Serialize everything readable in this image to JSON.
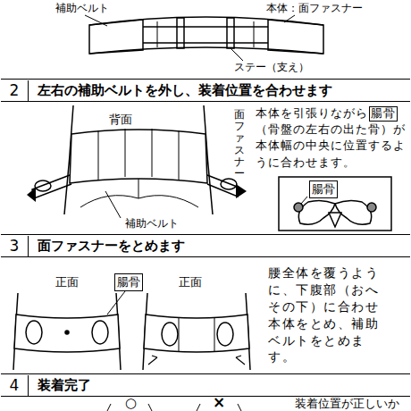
{
  "diagram": {
    "nodes": [
      {
        "text": [
          "2",
          "左右の補助ベルトを外し、装着位置を合わせます"
        ]
      },
      {
        "text": [
          "腸骨"
        ]
      },
      {
        "text": [
          "腸骨"
        ]
      },
      {
        "text": [
          "3",
          "面ファスナーをとめます"
        ]
      },
      {
        "text": [
          "腸骨"
        ]
      },
      {
        "text": [
          "4",
          "装着完了"
        ]
      }
    ],
    "labels": [
      "補助ベルト",
      "本体：面ファスナー",
      "ステー（支え）",
      "背面",
      "面ファスナー",
      "本体を引張りながら",
      "（骨盤の左右の出た骨）が本体幅の中央に位置するように合わせます。",
      "補助ベルト",
      "正面",
      "正面",
      "腰全体を覆うように、下腹部（おへその下）に合わせ本体をとめ、補助ベルトをとめます。",
      "○",
      "×",
      "装着位置が正しいか"
    ]
  }
}
